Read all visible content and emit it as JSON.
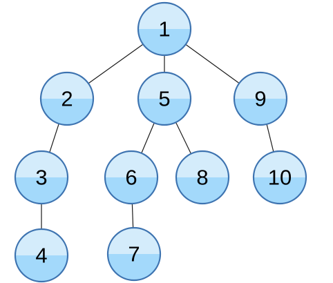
{
  "tree": {
    "nodes": [
      {
        "id": "1",
        "label": "1"
      },
      {
        "id": "2",
        "label": "2"
      },
      {
        "id": "5",
        "label": "5"
      },
      {
        "id": "9",
        "label": "9"
      },
      {
        "id": "3",
        "label": "3"
      },
      {
        "id": "6",
        "label": "6"
      },
      {
        "id": "8",
        "label": "8"
      },
      {
        "id": "10",
        "label": "10"
      },
      {
        "id": "4",
        "label": "4"
      },
      {
        "id": "7",
        "label": "7"
      }
    ],
    "edges": [
      {
        "from": "1",
        "to": "2"
      },
      {
        "from": "1",
        "to": "5"
      },
      {
        "from": "1",
        "to": "9"
      },
      {
        "from": "2",
        "to": "3"
      },
      {
        "from": "3",
        "to": "4"
      },
      {
        "from": "5",
        "to": "6"
      },
      {
        "from": "5",
        "to": "8"
      },
      {
        "from": "6",
        "to": "7"
      },
      {
        "from": "9",
        "to": "10"
      }
    ],
    "colors": {
      "node_top": "#d4ecfb",
      "node_bottom": "#a3d9fb",
      "node_border": "#3d73b0",
      "edge": "#1a1a1a",
      "label": "#000000"
    }
  }
}
